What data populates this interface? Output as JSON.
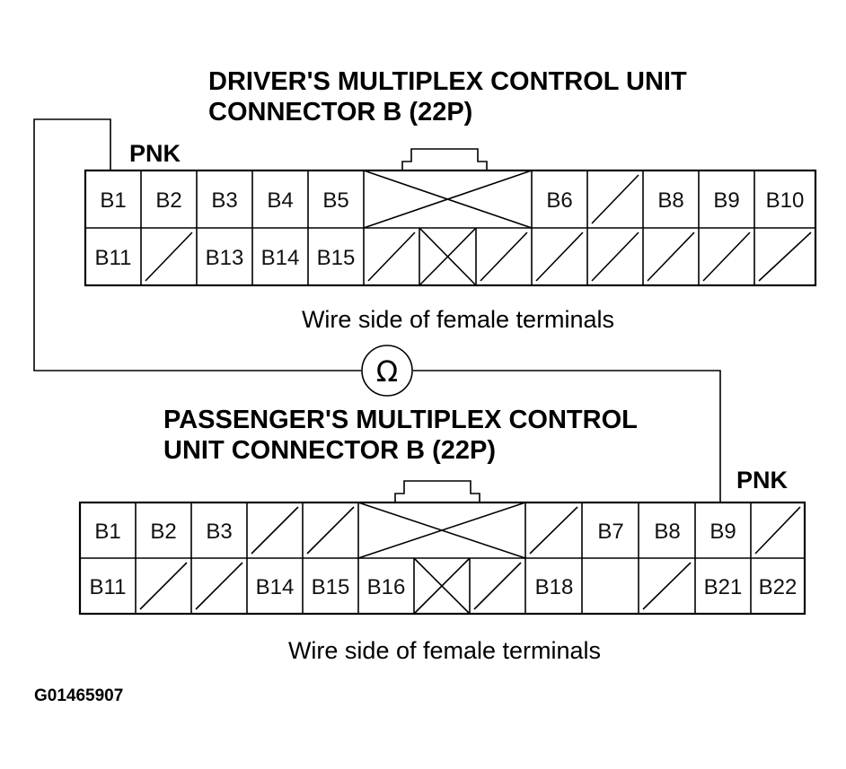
{
  "driver_connector": {
    "title_line1": "DRIVER'S MULTIPLEX CONTROL UNIT",
    "title_line2": "CONNECTOR B (22P)",
    "wire_color": "PNK",
    "caption": "Wire side of female terminals",
    "row1": [
      "B1",
      "B2",
      "B3",
      "B4",
      "B5",
      "B6",
      "B8",
      "B9",
      "B10"
    ],
    "row2": [
      "B11",
      "B13",
      "B14",
      "B15"
    ]
  },
  "passenger_connector": {
    "title_line1": "PASSENGER'S MULTIPLEX CONTROL",
    "title_line2": "UNIT CONNECTOR B (22P)",
    "wire_color": "PNK",
    "caption": "Wire side of female terminals",
    "row1": [
      "B1",
      "B2",
      "B3",
      "B7",
      "B8",
      "B9"
    ],
    "row2": [
      "B11",
      "B14",
      "B15",
      "B16",
      "B18",
      "B21",
      "B22"
    ]
  },
  "ohmmeter_symbol": "Ω",
  "figure_id": "G01465907"
}
